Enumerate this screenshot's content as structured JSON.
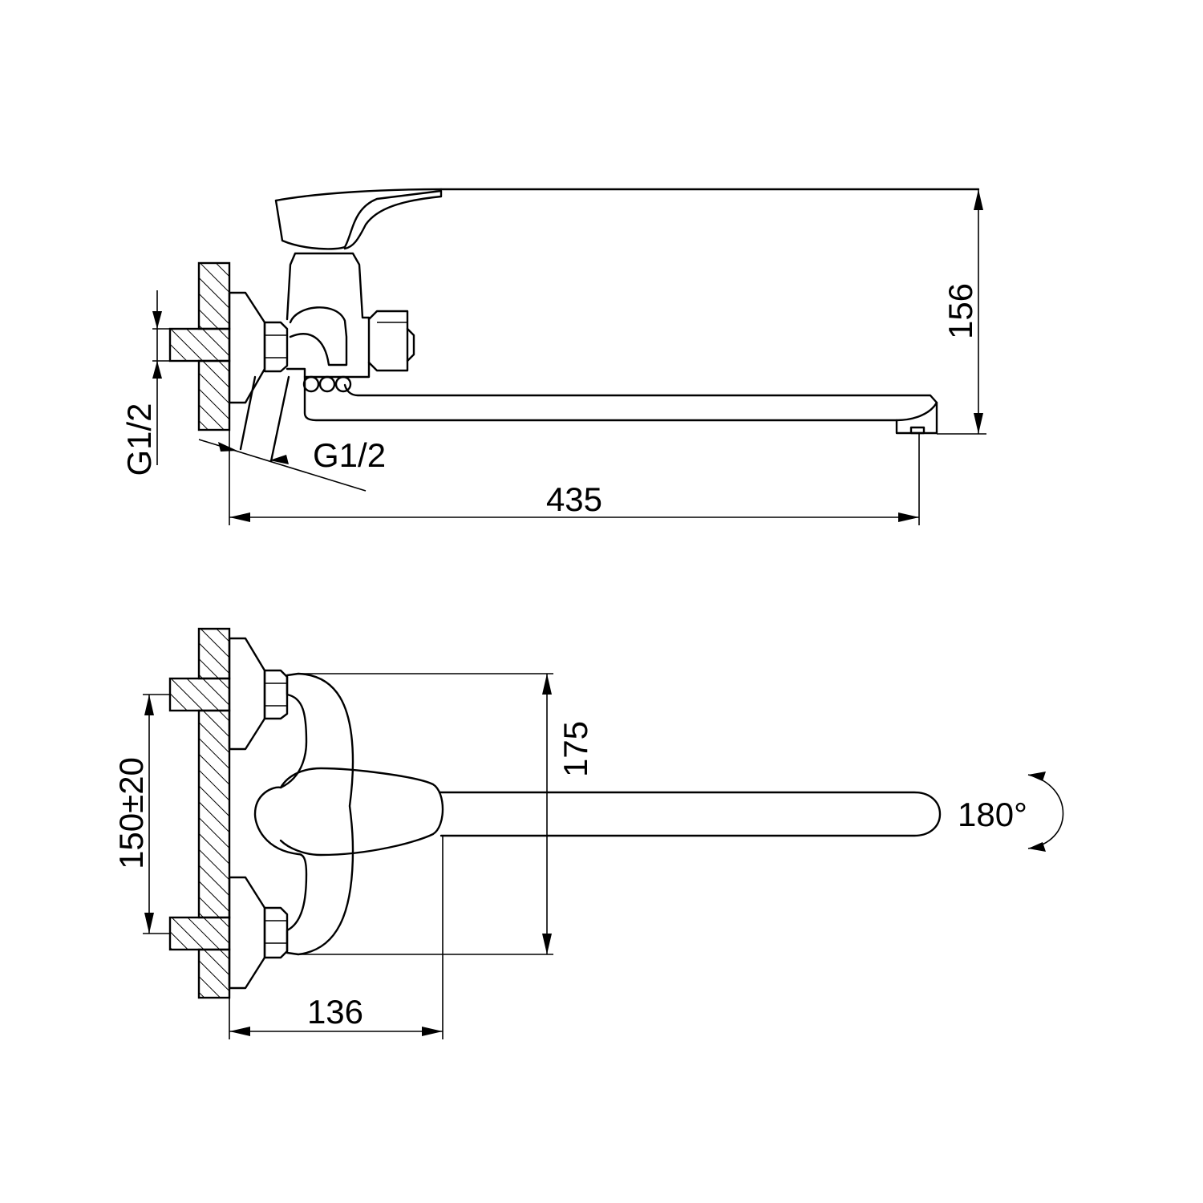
{
  "side_view": {
    "height_dimension": "156",
    "length_dimension": "435",
    "inlet_thread_vertical": "G1/2",
    "inlet_thread_angled": "G1/2"
  },
  "top_view": {
    "depth_dimension": "175",
    "center_distance_dimension": "150±20",
    "wall_offset_dimension": "136",
    "rotation_angle": "180°"
  }
}
